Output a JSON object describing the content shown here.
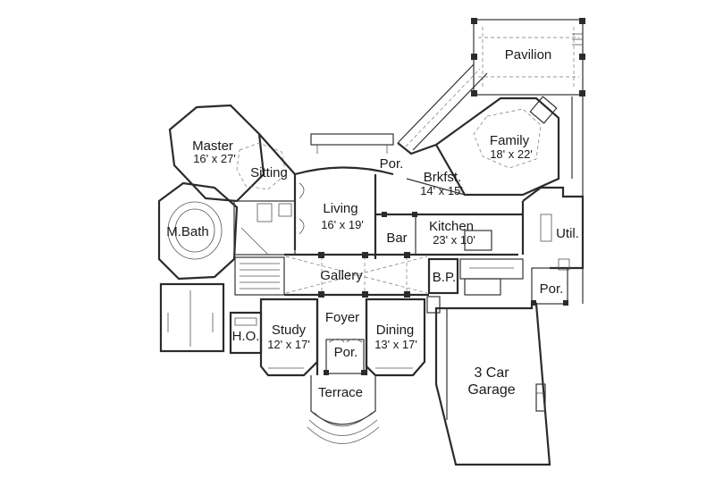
{
  "rooms": {
    "pavilion": {
      "name": "Pavilion"
    },
    "master": {
      "name": "Master",
      "size": "16' x 27'"
    },
    "sitting": {
      "name": "Sitting"
    },
    "mbath": {
      "name": "M.Bath"
    },
    "living": {
      "name": "Living",
      "size": "16' x 19'"
    },
    "porch_top": {
      "name": "Por."
    },
    "brkfst": {
      "name": "Brkfst.",
      "size": "14' x 15'"
    },
    "family": {
      "name": "Family",
      "size": "18' x 22'"
    },
    "kitchen": {
      "name": "Kitchen",
      "size": "23' x 10'"
    },
    "bar": {
      "name": "Bar"
    },
    "util": {
      "name": "Util."
    },
    "gallery": {
      "name": "Gallery"
    },
    "bp": {
      "name": "B.P."
    },
    "porch_right": {
      "name": "Por."
    },
    "foyer": {
      "name": "Foyer"
    },
    "ho": {
      "name": "H.O."
    },
    "study": {
      "name": "Study",
      "size": "12' x 17'"
    },
    "porch_front": {
      "name": "Por."
    },
    "dining": {
      "name": "Dining",
      "size": "13' x 17'"
    },
    "terrace": {
      "name": "Terrace"
    },
    "garage": {
      "name": "3 Car",
      "name2": "Garage"
    }
  }
}
